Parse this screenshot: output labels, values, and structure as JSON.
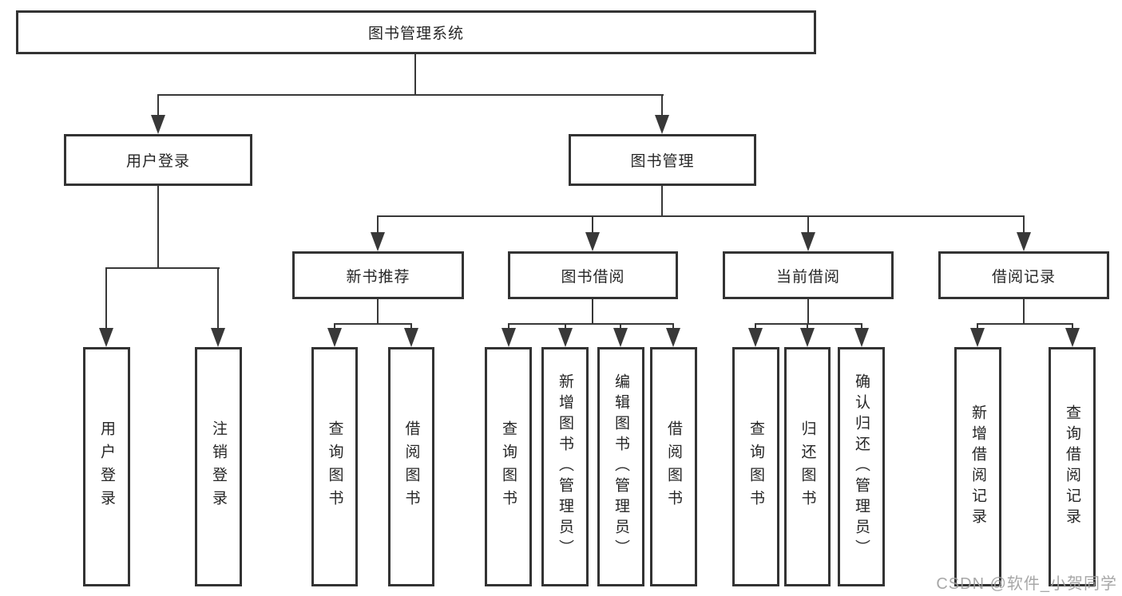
{
  "diagram": {
    "root": {
      "label": "图书管理系统"
    },
    "level2": {
      "user_login": {
        "label": "用户登录"
      },
      "book_management": {
        "label": "图书管理"
      }
    },
    "level3": {
      "new_books": {
        "label": "新书推荐"
      },
      "borrowing": {
        "label": "图书借阅"
      },
      "current": {
        "label": "当前借阅"
      },
      "records": {
        "label": "借阅记录"
      }
    },
    "leaves": {
      "user_login": [
        "用户登录",
        "注销登录"
      ],
      "new_books": [
        "查询图书",
        "借阅图书"
      ],
      "borrowing": [
        "查询图书",
        "新增图书（管理员）",
        "编辑图书（管理员）",
        "借阅图书"
      ],
      "current": [
        "查询图书",
        "归还图书",
        "确认归还（管理员）"
      ],
      "records": [
        "新增借阅记录",
        "查询借阅记录"
      ]
    }
  },
  "watermark": {
    "text": "CSDN @软件_小贺同学"
  },
  "colors": {
    "line": "#383838",
    "border": "#333333",
    "text": "#262626",
    "watermark": "#9e9e9e",
    "background": "#ffffff"
  }
}
